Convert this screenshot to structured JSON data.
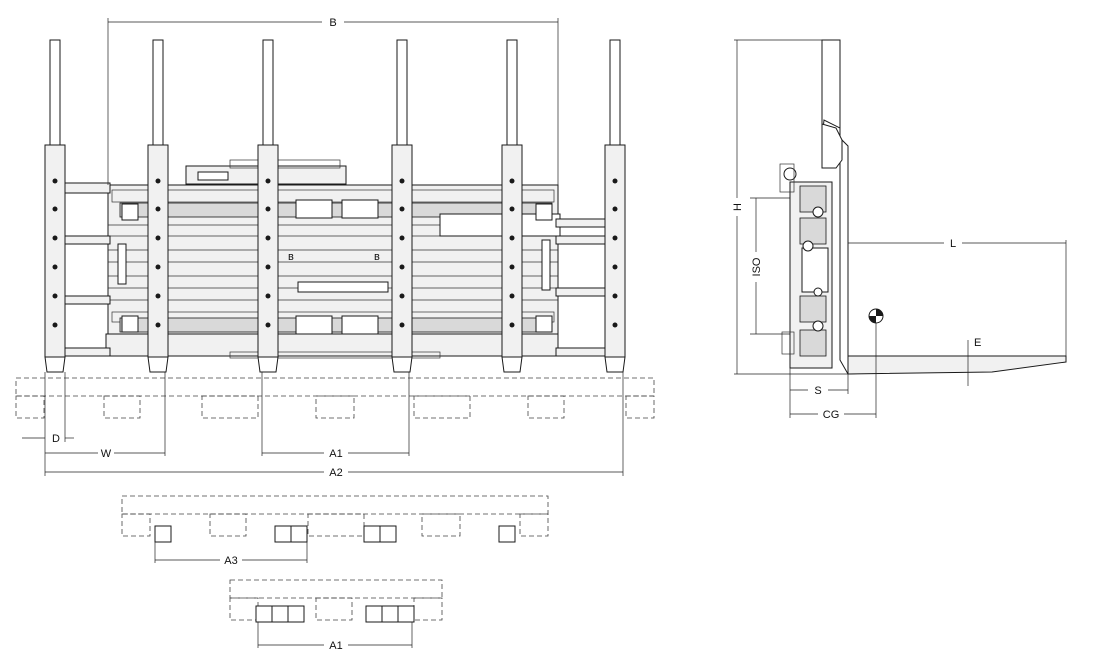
{
  "labels": {
    "B": "B",
    "H": "H",
    "L": "L",
    "ISO": "ISO",
    "E": "E",
    "S": "S",
    "CG": "CG",
    "D": "D",
    "W": "W",
    "A1_top": "A1",
    "A2": "A2",
    "A3": "A3",
    "A1_bottom": "A1"
  }
}
